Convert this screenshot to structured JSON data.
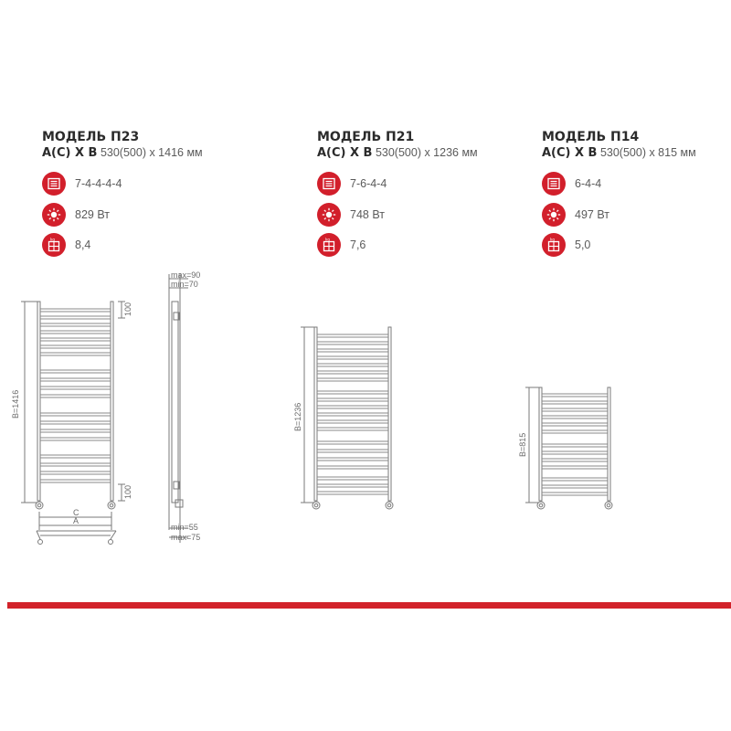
{
  "models": [
    {
      "title": "МОДЕЛЬ П23",
      "dims_label": "А(С) Х В",
      "dims_value": "530(500) х 1416 мм",
      "sections": "7-4-4-4-4",
      "power": "829 Вт",
      "weight": "8,4",
      "height_label": "В=1416"
    },
    {
      "title": "МОДЕЛЬ П21",
      "dims_label": "А(С) Х В",
      "dims_value": "530(500) х 1236 мм",
      "sections": "7-6-4-4",
      "power": "748 Вт",
      "weight": "7,6",
      "height_label": "В=1236"
    },
    {
      "title": "МОДЕЛЬ П14",
      "dims_label": "А(С) Х В",
      "dims_value": "530(500) х 815 мм",
      "sections": "6-4-4",
      "power": "497 Вт",
      "weight": "5,0",
      "height_label": "В=815"
    }
  ],
  "drawing_labels": {
    "pitch_top": "100",
    "pitch_bottom": "100",
    "width_c": "С",
    "width_a": "А",
    "side_max_top": "max=90",
    "side_min_top": "min=70",
    "side_min_bottom": "min=55",
    "side_max_bottom": "max=75"
  },
  "icons": {
    "sections": "sections-icon",
    "power": "power-sun-icon",
    "weight": "weight-icon"
  },
  "colors": {
    "accent": "#d21f2b",
    "line": "#7a7a7a"
  }
}
